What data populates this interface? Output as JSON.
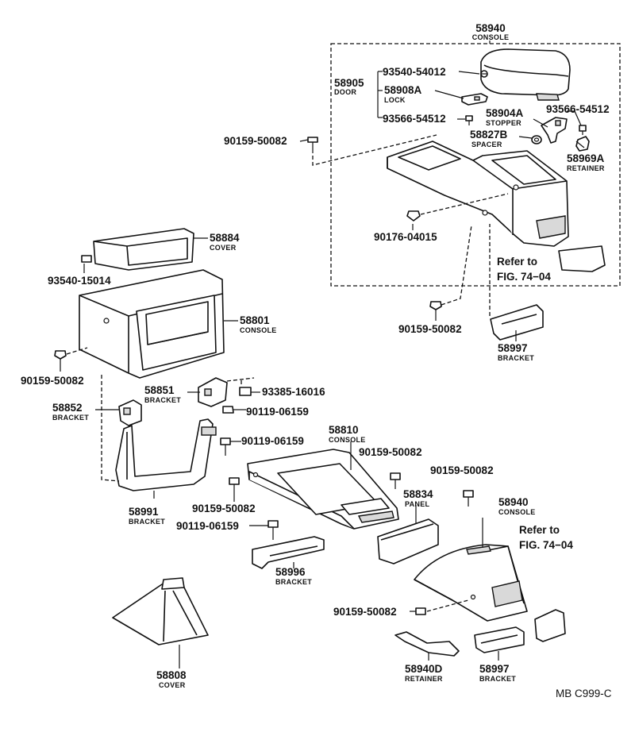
{
  "diagram_code": "MB C999-C",
  "refer_text_1": "Refer to",
  "refer_text_2": "FIG. 74−04",
  "labels": {
    "p58940_top": {
      "num": "58940",
      "sub": "CONSOLE"
    },
    "p93540_54012": {
      "num": "93540-54012"
    },
    "p58905": {
      "num": "58905",
      "sub": "DOOR"
    },
    "p58908A": {
      "num": "58908A",
      "sub": "LOCK"
    },
    "p93566_54512_a": {
      "num": "93566-54512"
    },
    "p58904A": {
      "num": "58904A",
      "sub": "STOPPER"
    },
    "p93566_54512_b": {
      "num": "93566-54512"
    },
    "p58827B": {
      "num": "58827B",
      "sub": "SPACER"
    },
    "p58969A": {
      "num": "58969A",
      "sub": "RETAINER"
    },
    "p90159_50082_a": {
      "num": "90159-50082"
    },
    "p90176_04015": {
      "num": "90176-04015"
    },
    "p58884": {
      "num": "58884",
      "sub": "COVER"
    },
    "p93540_15014": {
      "num": "93540-15014"
    },
    "p58801": {
      "num": "58801",
      "sub": "CONSOLE"
    },
    "p90159_50082_b": {
      "num": "90159-50082"
    },
    "p90159_50082_c": {
      "num": "90159-50082"
    },
    "p58997_top": {
      "num": "58997",
      "sub": "BRACKET"
    },
    "p58851": {
      "num": "58851",
      "sub": "BRACKET"
    },
    "p93385_16016": {
      "num": "93385-16016"
    },
    "p58852": {
      "num": "58852",
      "sub": "BRACKET"
    },
    "p90119_06159_a": {
      "num": "90119-06159"
    },
    "p90119_06159_b": {
      "num": "90119-06159"
    },
    "p58810": {
      "num": "58810",
      "sub": "CONSOLE"
    },
    "p90159_50082_d": {
      "num": "90159-50082"
    },
    "p58991": {
      "num": "58991",
      "sub": "BRACKET"
    },
    "p90159_50082_e": {
      "num": "90159-50082"
    },
    "p90159_50082_f": {
      "num": "90159-50082"
    },
    "p58834": {
      "num": "58834",
      "sub": "PANEL"
    },
    "p90119_06159_c": {
      "num": "90119-06159"
    },
    "p58940_bottom": {
      "num": "58940",
      "sub": "CONSOLE"
    },
    "p58996": {
      "num": "58996",
      "sub": "BRACKET"
    },
    "p90159_50082_g": {
      "num": "90159-50082"
    },
    "p58808": {
      "num": "58808",
      "sub": "COVER"
    },
    "p58940D": {
      "num": "58940D",
      "sub": "RETAINER"
    },
    "p58997_bottom": {
      "num": "58997",
      "sub": "BRACKET"
    }
  }
}
